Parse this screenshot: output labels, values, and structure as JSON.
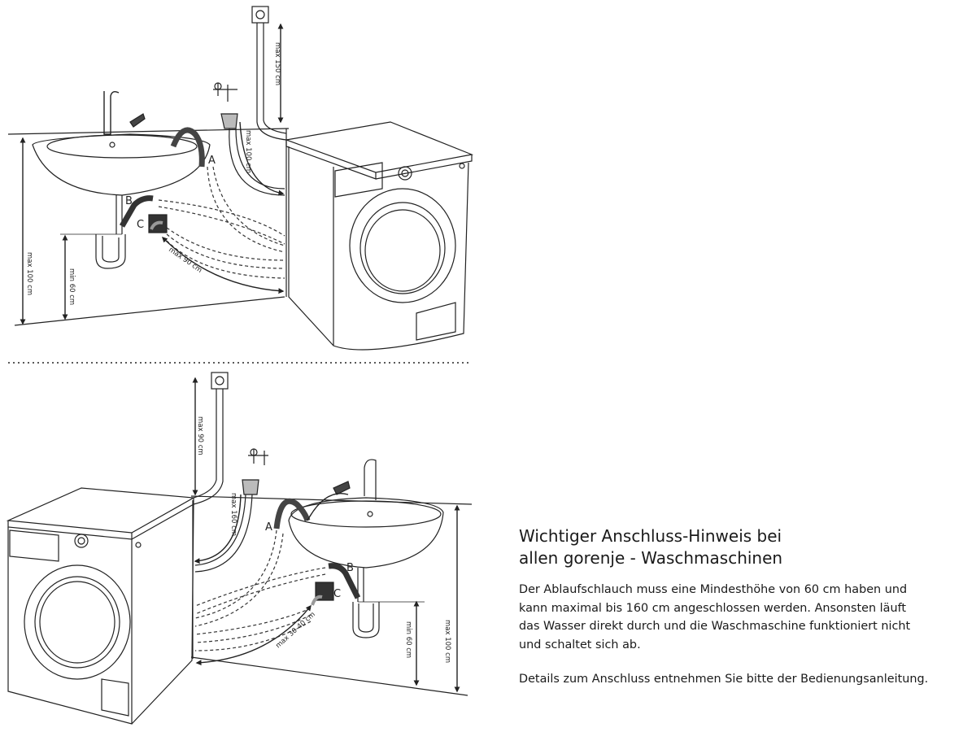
{
  "diagrams": [
    {
      "labels": {
        "hose_a": "A",
        "hose_b": "B",
        "hose_c": "C",
        "dim_supply": "max 150 cm",
        "dim_tap": "max 100 cm",
        "dim_drain_reach": "max 90 cm",
        "dim_min_height": "min 60 cm",
        "dim_max_height": "max 100 cm"
      }
    },
    {
      "labels": {
        "hose_a": "A",
        "hose_b": "B",
        "hose_c": "C",
        "dim_supply": "max 90 cm",
        "dim_tap": "max 160 cm",
        "dim_drain_reach": "max 30-40 cm",
        "dim_min_height": "min 60 cm",
        "dim_max_height": "max 100 cm"
      }
    }
  ],
  "info": {
    "title_line1": "Wichtiger Anschluss-Hinweis bei",
    "title_line2": "allen gorenje - Waschmaschinen",
    "paragraph1_line1": "Der Ablaufschlauch muss eine Mindesthöhe von 60 cm haben und",
    "paragraph1_line2": "kann maximal bis 160 cm angeschlossen werden. Ansonsten läuft",
    "paragraph1_line3": "das Wasser direkt durch und die Waschmaschine funktioniert nicht",
    "paragraph1_line4": "und schaltet sich ab.",
    "paragraph2": "Details zum Anschluss entnehmen Sie bitte der Bedienungsanleitung."
  }
}
